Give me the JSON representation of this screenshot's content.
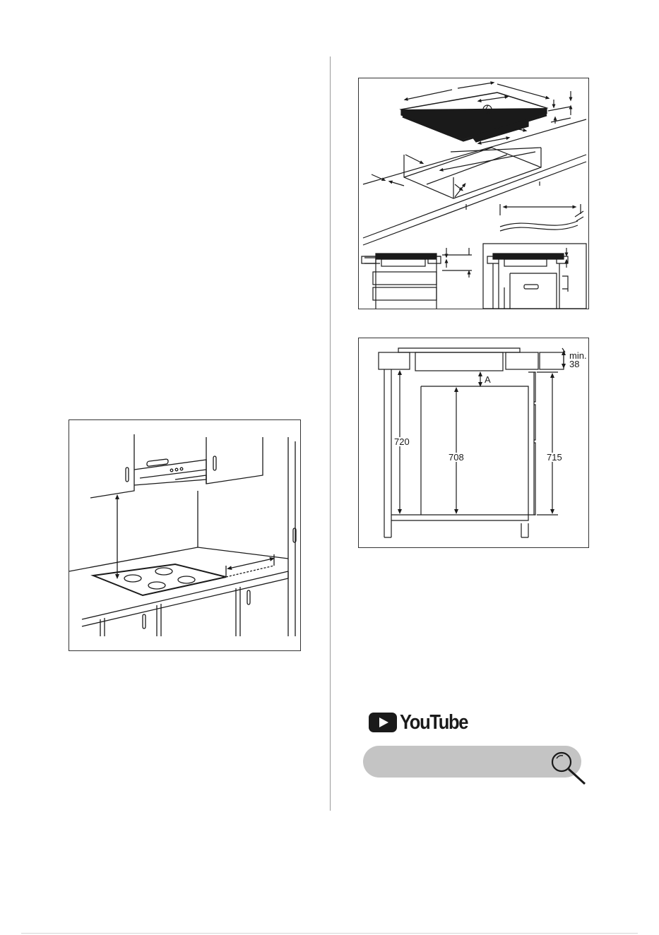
{
  "figures": {
    "kitchen_installation": {
      "icons": [
        "extractor-hood-icon",
        "hob-icon",
        "wall-cabinet-icon",
        "base-cabinet-icon"
      ]
    },
    "hob_cutout": {
      "icons": [
        "lightning-icon",
        "cable-icon",
        "worktop-icon"
      ]
    },
    "cabinet_dimensions": {
      "left_height": "720",
      "middle_height": "708",
      "right_height": "715",
      "gap_label": "A",
      "min_label_line1": "min.",
      "min_label_line2": "38"
    }
  },
  "youtube": {
    "logo_text": "YouTube",
    "search_placeholder": ""
  }
}
